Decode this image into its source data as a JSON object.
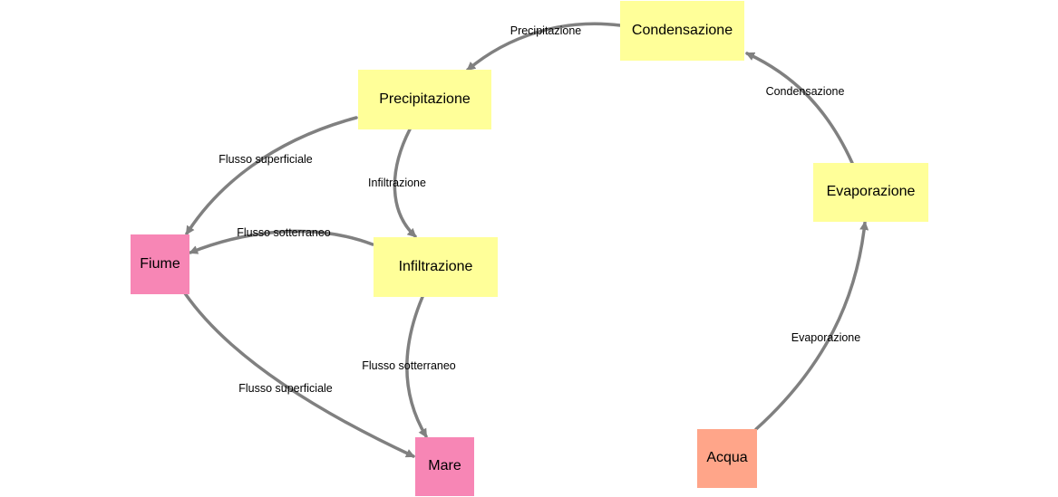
{
  "nodes": {
    "condensazione": {
      "label": "Condensazione",
      "color": "#ffff99"
    },
    "precipitazione": {
      "label": "Precipitazione",
      "color": "#ffff99"
    },
    "evaporazione": {
      "label": "Evaporazione",
      "color": "#ffff99"
    },
    "infiltrazione": {
      "label": "Infiltrazione",
      "color": "#ffff99"
    },
    "fiume": {
      "label": "Fiume",
      "color": "#f786b5"
    },
    "mare": {
      "label": "Mare",
      "color": "#f786b5"
    },
    "acqua": {
      "label": "Acqua",
      "color": "#ffa589"
    }
  },
  "edges": {
    "condensazione_precipitazione": {
      "from": "Condensazione",
      "to": "Precipitazione",
      "label": "Precipitazione"
    },
    "evaporazione_condensazione": {
      "from": "Evaporazione",
      "to": "Condensazione",
      "label": "Condensazione"
    },
    "acqua_evaporazione": {
      "from": "Acqua",
      "to": "Evaporazione",
      "label": "Evaporazione"
    },
    "precipitazione_fiume": {
      "from": "Precipitazione",
      "to": "Fiume",
      "label": "Flusso superficiale"
    },
    "precipitazione_infiltrazione": {
      "from": "Precipitazione",
      "to": "Infiltrazione",
      "label": "Infiltrazione"
    },
    "infiltrazione_fiume": {
      "from": "Infiltrazione",
      "to": "Fiume",
      "label": "Flusso sotterraneo"
    },
    "infiltrazione_mare": {
      "from": "Infiltrazione",
      "to": "Mare",
      "label": "Flusso sotterraneo"
    },
    "fiume_mare": {
      "from": "Fiume",
      "to": "Mare",
      "label": "Flusso superficiale"
    }
  },
  "colors": {
    "edge": "#808080"
  }
}
